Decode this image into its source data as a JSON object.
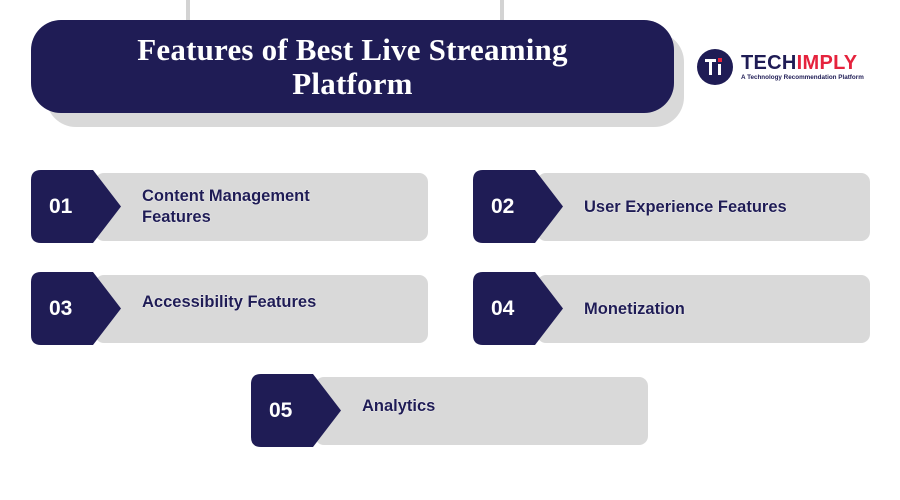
{
  "header": {
    "title": "Features of Best Live Streaming Platform"
  },
  "logo": {
    "name_part1": "TECH",
    "name_part2": "IMPLY",
    "tagline": "A Technology Recommendation Platform",
    "colors": {
      "navy": "#1f1c55",
      "red": "#e5233d"
    }
  },
  "features": [
    {
      "number": "01",
      "label": "Content Management Features"
    },
    {
      "number": "02",
      "label": "User Experience Features"
    },
    {
      "number": "03",
      "label": "Accessibility Features"
    },
    {
      "number": "04",
      "label": "Monetization"
    },
    {
      "number": "05",
      "label": "Analytics"
    }
  ],
  "colors": {
    "primary": "#1f1c55",
    "card_bg": "#d9d9d9",
    "accent": "#e5233d"
  }
}
